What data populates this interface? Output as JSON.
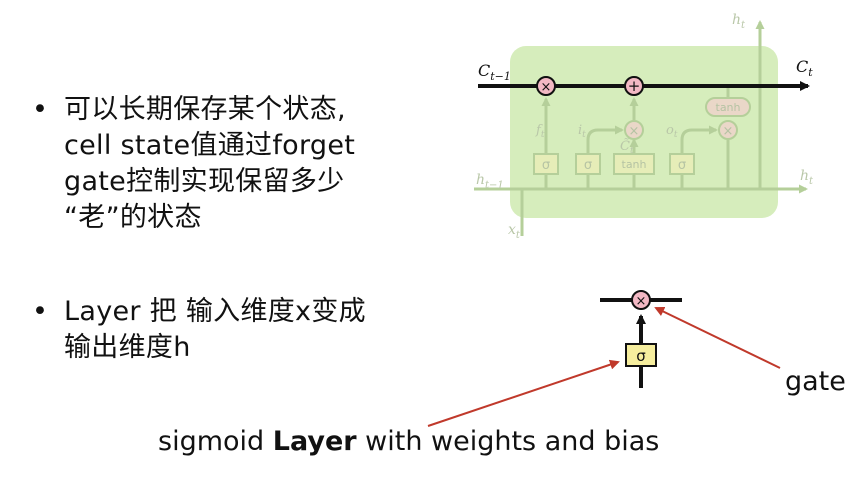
{
  "bullets": [
    {
      "lines": [
        "可以长期保存某个状态,",
        "cell state值通过forget",
        "gate控制实现保留多少",
        "“老”的状态"
      ]
    },
    {
      "lines": [
        "Layer 把 输入维度x变成",
        "输出维度h"
      ]
    }
  ],
  "bullet_glyph": "•",
  "caption": {
    "pre": "sigmoid ",
    "bold": "Layer",
    "post": " with weights and bias"
  },
  "gate_label": "gate",
  "diagram": {
    "cell_in": "C",
    "cell_in_sub": "t−1",
    "cell_out": "C",
    "cell_out_sub": "t",
    "hidden_in": "h",
    "hidden_in_sub": "t−1",
    "hidden_out": "h",
    "hidden_out_sub": "t",
    "hidden_top": "h",
    "hidden_top_sub": "t",
    "input": "x",
    "input_sub": "t",
    "times": "×",
    "plus": "+",
    "sigma": "σ",
    "tanh": "tanh",
    "f_label": "f",
    "f_sub": "t",
    "i_label": "i",
    "i_sub": "t",
    "c_tilde": "C̃",
    "c_tilde_sub": "t",
    "o_label": "o",
    "o_sub": "t"
  },
  "colors": {
    "cell_bg": "#cfeab0",
    "gate_fill": "#f6ee9e",
    "arrow_red": "#c0392b",
    "times_fill": "#f3b8c4"
  }
}
